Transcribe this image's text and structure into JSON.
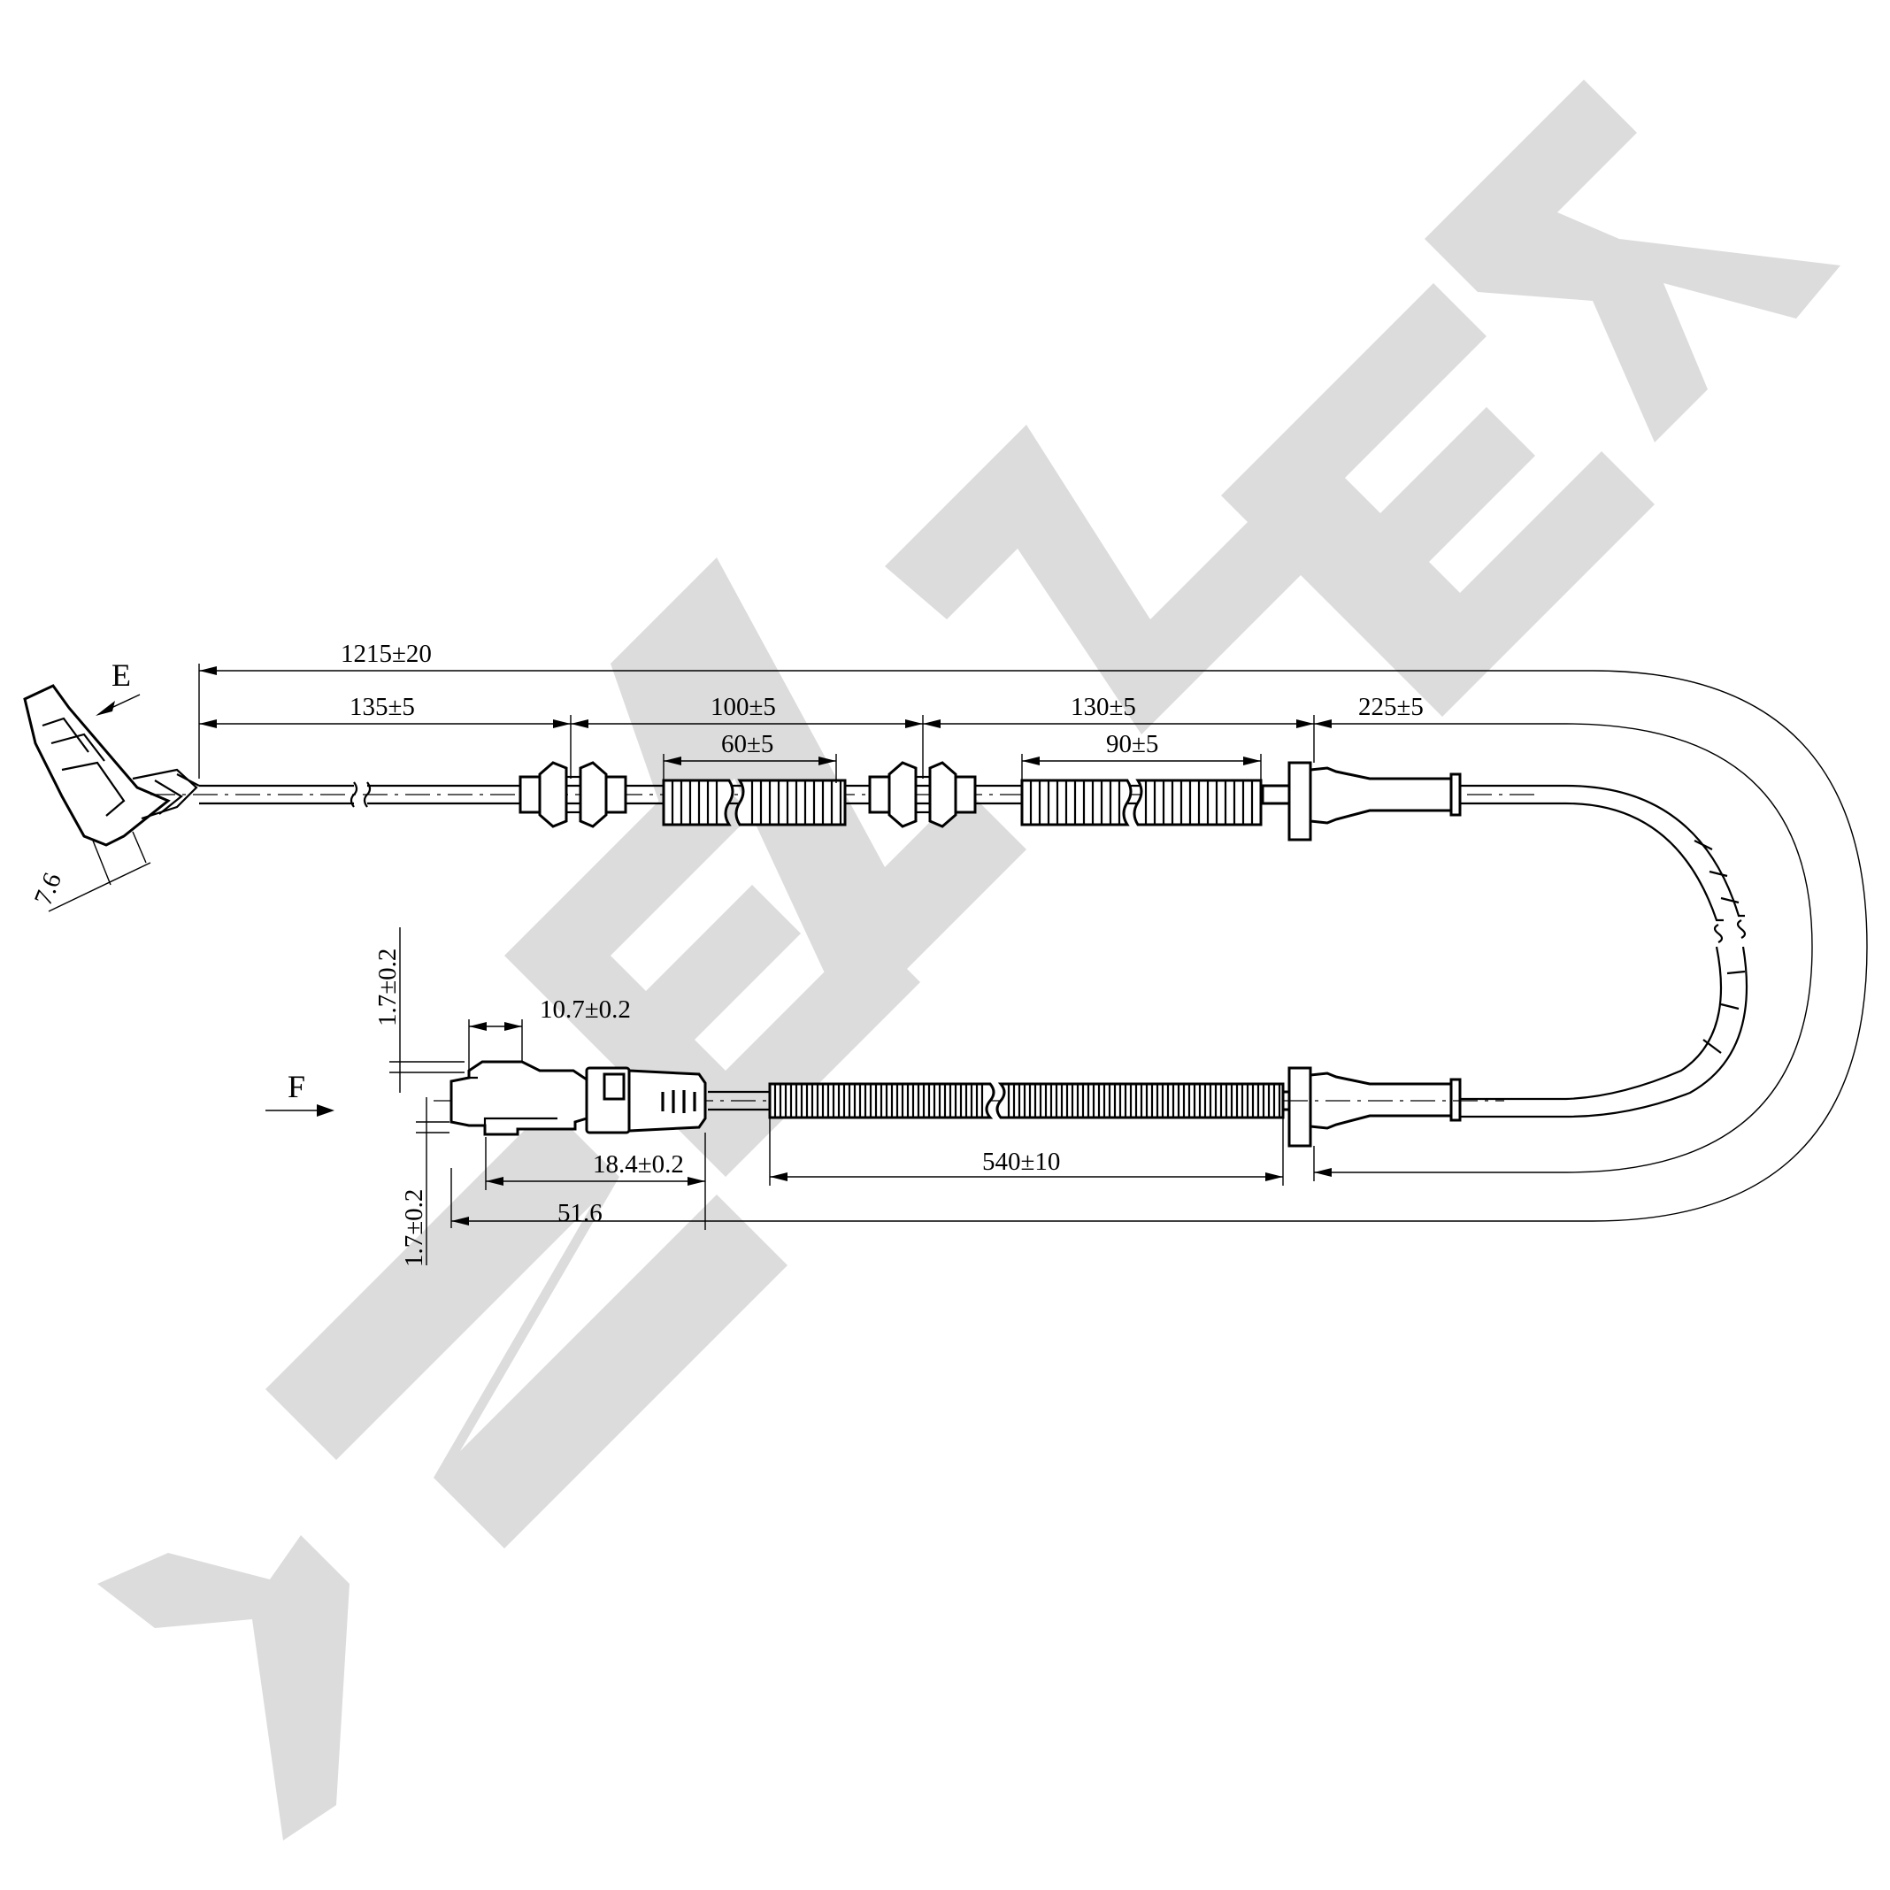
{
  "watermark": {
    "brand": "ZENNEK",
    "color": "#dcdcdc"
  },
  "views": {
    "e": "E",
    "f": "F"
  },
  "dimensions": {
    "overall": "1215±20",
    "seg1": "135±5",
    "seg2": "100±5",
    "seg2_inner": "60±5",
    "seg3": "130±5",
    "seg3_inner": "90±5",
    "seg4": "225±5",
    "sensor_width": "7.6",
    "pin_offset_top": "1.7±0.2",
    "pin_offset_bottom": "1.7±0.2",
    "connector_latch": "10.7±0.2",
    "connector_body": "18.4±0.2",
    "connector_length": "51.6",
    "conduit_length": "540±10"
  }
}
